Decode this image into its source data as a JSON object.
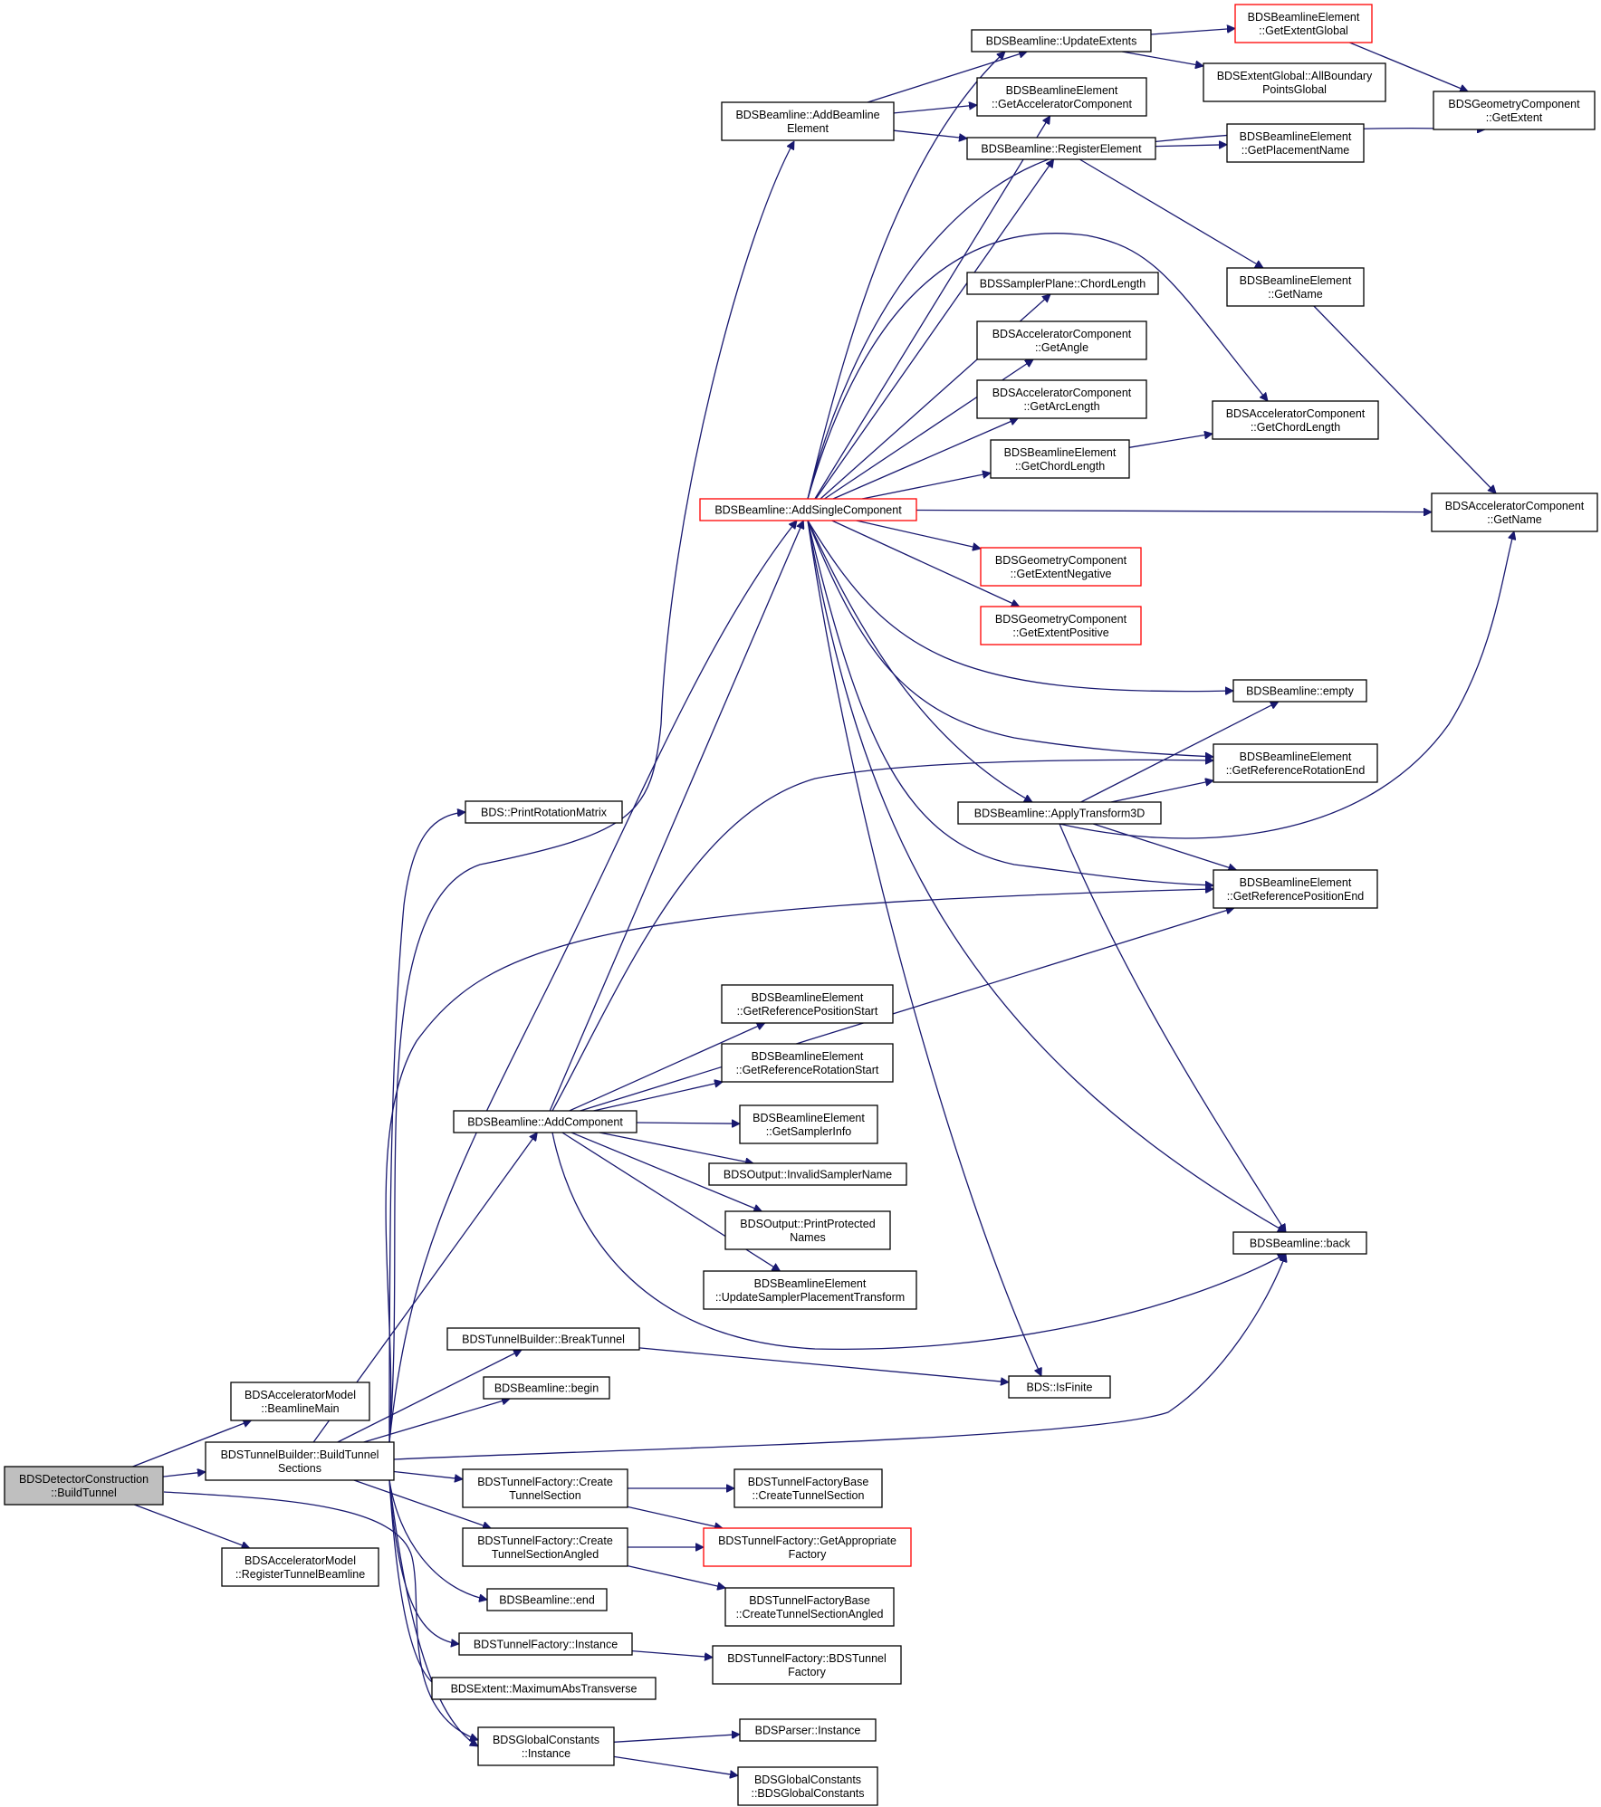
{
  "diagram": {
    "colors": {
      "edge": "#191970",
      "node_border": "#000000",
      "highlight_border": "#ff0000",
      "root_fill": "#bfbfbf",
      "node_fill": "#ffffff"
    },
    "nodes": [
      {
        "id": "root",
        "lines": [
          "BDSDetectorConstruction",
          "::BuildTunnel"
        ],
        "style": "root"
      },
      {
        "id": "amBeamlineMain",
        "lines": [
          "BDSAcceleratorModel",
          "::BeamlineMain"
        ]
      },
      {
        "id": "tbBuildTunnelSections",
        "lines": [
          "BDSTunnelBuilder::BuildTunnel",
          "Sections"
        ]
      },
      {
        "id": "amRegisterTunnelBeamline",
        "lines": [
          "BDSAcceleratorModel",
          "::RegisterTunnelBeamline"
        ]
      },
      {
        "id": "printRotationMatrix",
        "lines": [
          "BDS::PrintRotationMatrix"
        ]
      },
      {
        "id": "addComponent",
        "lines": [
          "BDSBeamline::AddComponent"
        ]
      },
      {
        "id": "breakTunnel",
        "lines": [
          "BDSTunnelBuilder::BreakTunnel"
        ]
      },
      {
        "id": "begin",
        "lines": [
          "BDSBeamline::begin"
        ]
      },
      {
        "id": "tfCreateTunnelSection",
        "lines": [
          "BDSTunnelFactory::Create",
          "TunnelSection"
        ]
      },
      {
        "id": "tfCreateTunnelSectionAngled",
        "lines": [
          "BDSTunnelFactory::Create",
          "TunnelSectionAngled"
        ]
      },
      {
        "id": "end",
        "lines": [
          "BDSBeamline::end"
        ]
      },
      {
        "id": "tfInstance",
        "lines": [
          "BDSTunnelFactory::Instance"
        ]
      },
      {
        "id": "maxAbsTransverse",
        "lines": [
          "BDSExtent::MaximumAbsTransverse"
        ]
      },
      {
        "id": "gcInstance",
        "lines": [
          "BDSGlobalConstants",
          "::Instance"
        ]
      },
      {
        "id": "addBeamlineElement",
        "lines": [
          "BDSBeamline::AddBeamline",
          "Element"
        ]
      },
      {
        "id": "addSingleComponent",
        "lines": [
          "BDSBeamline::AddSingleComponent"
        ],
        "style": "red"
      },
      {
        "id": "getRefPositionStart",
        "lines": [
          "BDSBeamlineElement",
          "::GetReferencePositionStart"
        ]
      },
      {
        "id": "getRefRotationStart",
        "lines": [
          "BDSBeamlineElement",
          "::GetReferenceRotationStart"
        ]
      },
      {
        "id": "getSamplerInfo",
        "lines": [
          "BDSBeamlineElement",
          "::GetSamplerInfo"
        ]
      },
      {
        "id": "invalidSamplerName",
        "lines": [
          "BDSOutput::InvalidSamplerName"
        ]
      },
      {
        "id": "printProtectedNames",
        "lines": [
          "BDSOutput::PrintProtected",
          "Names"
        ]
      },
      {
        "id": "updateSamplerPlacement",
        "lines": [
          "BDSBeamlineElement",
          "::UpdateSamplerPlacementTransform"
        ]
      },
      {
        "id": "tfbCreateTunnelSection",
        "lines": [
          "BDSTunnelFactoryBase",
          "::CreateTunnelSection"
        ]
      },
      {
        "id": "getAppropriateFactory",
        "lines": [
          "BDSTunnelFactory::GetAppropriate",
          "Factory"
        ],
        "style": "red"
      },
      {
        "id": "tfbCreateTunnelSectionAngled",
        "lines": [
          "BDSTunnelFactoryBase",
          "::CreateTunnelSectionAngled"
        ]
      },
      {
        "id": "tfConstructor",
        "lines": [
          "BDSTunnelFactory::BDSTunnel",
          "Factory"
        ]
      },
      {
        "id": "parserInstance",
        "lines": [
          "BDSParser::Instance"
        ]
      },
      {
        "id": "gcConstructor",
        "lines": [
          "BDSGlobalConstants",
          "::BDSGlobalConstants"
        ]
      },
      {
        "id": "updateExtents",
        "lines": [
          "BDSBeamline::UpdateExtents"
        ]
      },
      {
        "id": "getAcceleratorComponent",
        "lines": [
          "BDSBeamlineElement",
          "::GetAcceleratorComponent"
        ]
      },
      {
        "id": "registerElement",
        "lines": [
          "BDSBeamline::RegisterElement"
        ]
      },
      {
        "id": "chordLengthSampler",
        "lines": [
          "BDSSamplerPlane::ChordLength"
        ]
      },
      {
        "id": "acGetAngle",
        "lines": [
          "BDSAcceleratorComponent",
          "::GetAngle"
        ]
      },
      {
        "id": "acGetArcLength",
        "lines": [
          "BDSAcceleratorComponent",
          "::GetArcLength"
        ]
      },
      {
        "id": "beGetChordLength",
        "lines": [
          "BDSBeamlineElement",
          "::GetChordLength"
        ]
      },
      {
        "id": "gcGetExtentNegative",
        "lines": [
          "BDSGeometryComponent",
          "::GetExtentNegative"
        ],
        "style": "red"
      },
      {
        "id": "gcGetExtentPositive",
        "lines": [
          "BDSGeometryComponent",
          "::GetExtentPositive"
        ],
        "style": "red"
      },
      {
        "id": "applyTransform3D",
        "lines": [
          "BDSBeamline::ApplyTransform3D"
        ]
      },
      {
        "id": "isFinite",
        "lines": [
          "BDS::IsFinite"
        ]
      },
      {
        "id": "beGetExtentGlobal",
        "lines": [
          "BDSBeamlineElement",
          "::GetExtentGlobal"
        ],
        "style": "red"
      },
      {
        "id": "allBoundaryPoints",
        "lines": [
          "BDSExtentGlobal::AllBoundary",
          "PointsGlobal"
        ]
      },
      {
        "id": "getPlacementName",
        "lines": [
          "BDSBeamlineElement",
          "::GetPlacementName"
        ]
      },
      {
        "id": "beGetName",
        "lines": [
          "BDSBeamlineElement",
          "::GetName"
        ]
      },
      {
        "id": "acGetChordLength",
        "lines": [
          "BDSAcceleratorComponent",
          "::GetChordLength"
        ]
      },
      {
        "id": "empty",
        "lines": [
          "BDSBeamline::empty"
        ]
      },
      {
        "id": "getRefRotationEnd",
        "lines": [
          "BDSBeamlineElement",
          "::GetReferenceRotationEnd"
        ]
      },
      {
        "id": "getRefPositionEnd",
        "lines": [
          "BDSBeamlineElement",
          "::GetReferencePositionEnd"
        ]
      },
      {
        "id": "back",
        "lines": [
          "BDSBeamline::back"
        ]
      },
      {
        "id": "gcGetExtent",
        "lines": [
          "BDSGeometryComponent",
          "::GetExtent"
        ]
      },
      {
        "id": "acGetName",
        "lines": [
          "BDSAcceleratorComponent",
          "::GetName"
        ]
      }
    ],
    "edges": [
      {
        "from": "root",
        "to": "amBeamlineMain"
      },
      {
        "from": "root",
        "to": "tbBuildTunnelSections"
      },
      {
        "from": "root",
        "to": "amRegisterTunnelBeamline"
      },
      {
        "from": "root",
        "to": "gcInstance"
      },
      {
        "from": "tbBuildTunnelSections",
        "to": "printRotationMatrix"
      },
      {
        "from": "tbBuildTunnelSections",
        "to": "addComponent"
      },
      {
        "from": "tbBuildTunnelSections",
        "to": "breakTunnel"
      },
      {
        "from": "tbBuildTunnelSections",
        "to": "begin"
      },
      {
        "from": "tbBuildTunnelSections",
        "to": "tfCreateTunnelSection"
      },
      {
        "from": "tbBuildTunnelSections",
        "to": "tfCreateTunnelSectionAngled"
      },
      {
        "from": "tbBuildTunnelSections",
        "to": "end"
      },
      {
        "from": "tbBuildTunnelSections",
        "to": "tfInstance"
      },
      {
        "from": "tbBuildTunnelSections",
        "to": "maxAbsTransverse"
      },
      {
        "from": "tbBuildTunnelSections",
        "to": "gcInstance"
      },
      {
        "from": "tbBuildTunnelSections",
        "to": "addBeamlineElement"
      },
      {
        "from": "tbBuildTunnelSections",
        "to": "getRefPositionEnd"
      },
      {
        "from": "tbBuildTunnelSections",
        "to": "back"
      },
      {
        "from": "addComponent",
        "to": "addSingleComponent"
      },
      {
        "from": "addComponent",
        "to": "getRefPositionStart"
      },
      {
        "from": "addComponent",
        "to": "getRefRotationStart"
      },
      {
        "from": "addComponent",
        "to": "getSamplerInfo"
      },
      {
        "from": "addComponent",
        "to": "invalidSamplerName"
      },
      {
        "from": "addComponent",
        "to": "printProtectedNames"
      },
      {
        "from": "addComponent",
        "to": "updateSamplerPlacement"
      },
      {
        "from": "addComponent",
        "to": "getRefRotationEnd"
      },
      {
        "from": "addComponent",
        "to": "getRefPositionEnd"
      },
      {
        "from": "addComponent",
        "to": "back"
      },
      {
        "from": "breakTunnel",
        "to": "isFinite"
      },
      {
        "from": "tfCreateTunnelSection",
        "to": "tfbCreateTunnelSection"
      },
      {
        "from": "tfCreateTunnelSection",
        "to": "getAppropriateFactory"
      },
      {
        "from": "tfCreateTunnelSectionAngled",
        "to": "getAppropriateFactory"
      },
      {
        "from": "tfCreateTunnelSectionAngled",
        "to": "tfbCreateTunnelSectionAngled"
      },
      {
        "from": "tfInstance",
        "to": "tfConstructor"
      },
      {
        "from": "gcInstance",
        "to": "parserInstance"
      },
      {
        "from": "gcInstance",
        "to": "gcConstructor"
      },
      {
        "from": "addBeamlineElement",
        "to": "updateExtents"
      },
      {
        "from": "addBeamlineElement",
        "to": "getAcceleratorComponent"
      },
      {
        "from": "addBeamlineElement",
        "to": "registerElement"
      },
      {
        "from": "addSingleComponent",
        "to": "updateExtents"
      },
      {
        "from": "addSingleComponent",
        "to": "getAcceleratorComponent"
      },
      {
        "from": "addSingleComponent",
        "to": "registerElement"
      },
      {
        "from": "addSingleComponent",
        "to": "gcGetExtent"
      },
      {
        "from": "addSingleComponent",
        "to": "acGetChordLength"
      },
      {
        "from": "addSingleComponent",
        "to": "chordLengthSampler"
      },
      {
        "from": "addSingleComponent",
        "to": "acGetAngle"
      },
      {
        "from": "addSingleComponent",
        "to": "acGetArcLength"
      },
      {
        "from": "addSingleComponent",
        "to": "beGetChordLength"
      },
      {
        "from": "addSingleComponent",
        "to": "acGetName"
      },
      {
        "from": "addSingleComponent",
        "to": "gcGetExtentNegative"
      },
      {
        "from": "addSingleComponent",
        "to": "gcGetExtentPositive"
      },
      {
        "from": "addSingleComponent",
        "to": "empty"
      },
      {
        "from": "addSingleComponent",
        "to": "getRefRotationEnd"
      },
      {
        "from": "addSingleComponent",
        "to": "applyTransform3D"
      },
      {
        "from": "addSingleComponent",
        "to": "getRefPositionEnd"
      },
      {
        "from": "addSingleComponent",
        "to": "back"
      },
      {
        "from": "addSingleComponent",
        "to": "isFinite"
      },
      {
        "from": "updateExtents",
        "to": "beGetExtentGlobal"
      },
      {
        "from": "updateExtents",
        "to": "allBoundaryPoints"
      },
      {
        "from": "beGetExtentGlobal",
        "to": "gcGetExtent"
      },
      {
        "from": "registerElement",
        "to": "getPlacementName"
      },
      {
        "from": "registerElement",
        "to": "beGetName"
      },
      {
        "from": "beGetName",
        "to": "acGetName"
      },
      {
        "from": "beGetChordLength",
        "to": "acGetChordLength"
      },
      {
        "from": "applyTransform3D",
        "to": "empty"
      },
      {
        "from": "applyTransform3D",
        "to": "getRefRotationEnd"
      },
      {
        "from": "applyTransform3D",
        "to": "acGetName"
      },
      {
        "from": "applyTransform3D",
        "to": "getRefPositionEnd"
      },
      {
        "from": "applyTransform3D",
        "to": "back"
      },
      {
        "from": "tbBuildTunnelSections",
        "to": "addSingleComponent"
      }
    ]
  }
}
